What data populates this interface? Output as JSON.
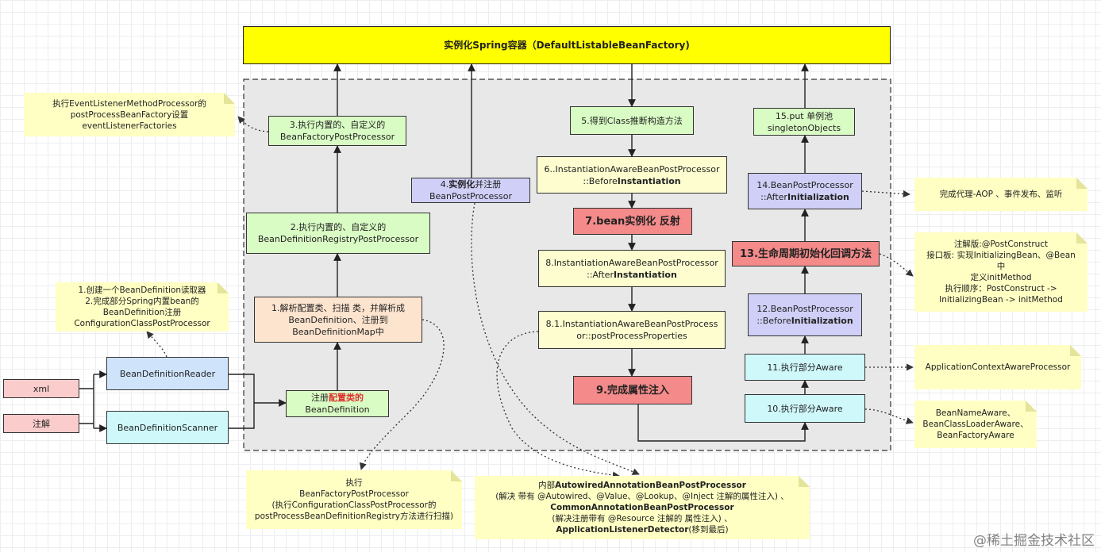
{
  "title": "实例化Spring容器（DefaultListableBeanFactory)",
  "inputs": {
    "xml": "xml",
    "annotation": "注解"
  },
  "readers": {
    "reader": "BeanDefinitionReader",
    "scanner": "BeanDefinitionScanner"
  },
  "left_flow": {
    "register": {
      "prefix": "注册",
      "highlight": "配置类的",
      "suffix": "BeanDefinition"
    },
    "parse": "1.解析配置类、扫描 类，并解析成\nBeanDefinition、注册到\nBeanDefinitionMap中",
    "registry_pp": "2.执行内置的、自定义的\nBeanDefinitionRegistryPostProcessor",
    "factory_pp": "3.执行内置的、自定义的\nBeanFactoryPostProcessor",
    "bpp": {
      "num": "4.",
      "bold": "实例化",
      "rest": "并注册",
      "line2": "BeanPostProcessor"
    }
  },
  "mid_flow": {
    "step5": "5.得到Class推断构造方法",
    "step6": {
      "line1": "6..InstantiationAwareBeanPostProcessor",
      "prefix": "::Before",
      "bold": "Instantiation"
    },
    "step7": "7.bean实例化 反射",
    "step8": {
      "line1": "8.InstantiationAwareBeanPostProcessor",
      "prefix": "::After",
      "bold": "Instantiation"
    },
    "step81": "8.1.InstantiationAwareBeanPostProcess\nor::postProcessProperties",
    "step9": "9.完成属性注入"
  },
  "right_flow": {
    "step10": "10.执行部分Aware",
    "step11": "11.执行部分Aware",
    "step12": {
      "line1": "12.BeanPostProcessor",
      "prefix": "::Before",
      "bold": "Initialization"
    },
    "step13": "13.生命周期初始化回调方法",
    "step14": {
      "line1": "14.BeanPostProcessor",
      "prefix": "::After",
      "bold": "Initialization"
    },
    "step15": "15.put 单例池\nsingletonObjects"
  },
  "notes": {
    "event_listener": "执行EventListenerMethodProcessor的\npostProcessBeanFactory设置\neventListenerFactories",
    "reader_note": "1.创建一个BeanDefinition读取器\n2.完成部分Spring内置bean的\nBeanDefinition注册\nConfigurationClassPostProcessor",
    "scan_note": "执行\nBeanFactoryPostProcessor\n(执行ConfigurationClassPostProcessor的\npostProcessBeanDefinitionRegistry方法进行扫描)",
    "internal": {
      "l1_pre": "内部",
      "l1_bold": "AutowiredAnnotationBeanPostProcessor",
      "l2": "(解决 带有 @Autowired、@Value、@Lookup、@Inject 注解的属性注入) 、",
      "l3_bold": "CommonAnnotationBeanPostProcessor",
      "l4": "(解决注册带有 @Resource 注解的 属性注入) 、",
      "l5_bold": "ApplicationListenerDetector",
      "l5_rest": "(移到最后)"
    },
    "aop": "完成代理-AOP 、事件发布、监听",
    "init": "注解版:@PostConstruct\n接口板: 实现InitializingBean、@Bean中\n定义initMethod\n执行顺序：PostConstruct ->\nInitializingBean -> initMethod",
    "app_ctx": "ApplicationContextAwareProcessor",
    "aware": "BeanNameAware、\nBeanClassLoaderAware、\nBeanFactoryAware"
  },
  "watermark": "@稀土掘金技术社区",
  "colors": {
    "title": "#ffff00",
    "red": "#f48a8a",
    "green": "#d9fcc4",
    "note": "#ffffc4"
  }
}
